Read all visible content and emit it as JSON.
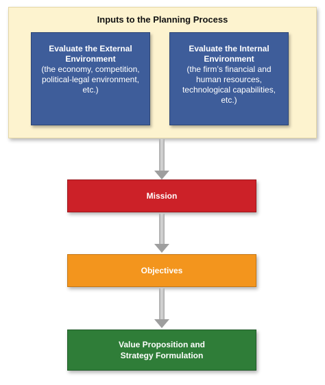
{
  "inputs": {
    "title": "Inputs to the Planning Process",
    "external": {
      "title": "Evaluate the External\nEnvironment",
      "description": "(the economy, competition,\npolitical-legal environment,\netc.)"
    },
    "internal": {
      "title": "Evaluate the Internal\nEnvironment",
      "description": "(the firm’s financial and\nhuman resources,\ntechnological capabilities,\netc.)"
    }
  },
  "steps": [
    {
      "label": "Mission"
    },
    {
      "label": "Objectives"
    },
    {
      "label": "Value Proposition and\nStrategy Formulation"
    }
  ],
  "colors": {
    "panel_background": "#fdf3cf",
    "environment_box": "#3e5d9a",
    "mission": "#cc2128",
    "objectives": "#f3951d",
    "value_proposition": "#2f7d38",
    "arrow": "#a9a9a9"
  }
}
